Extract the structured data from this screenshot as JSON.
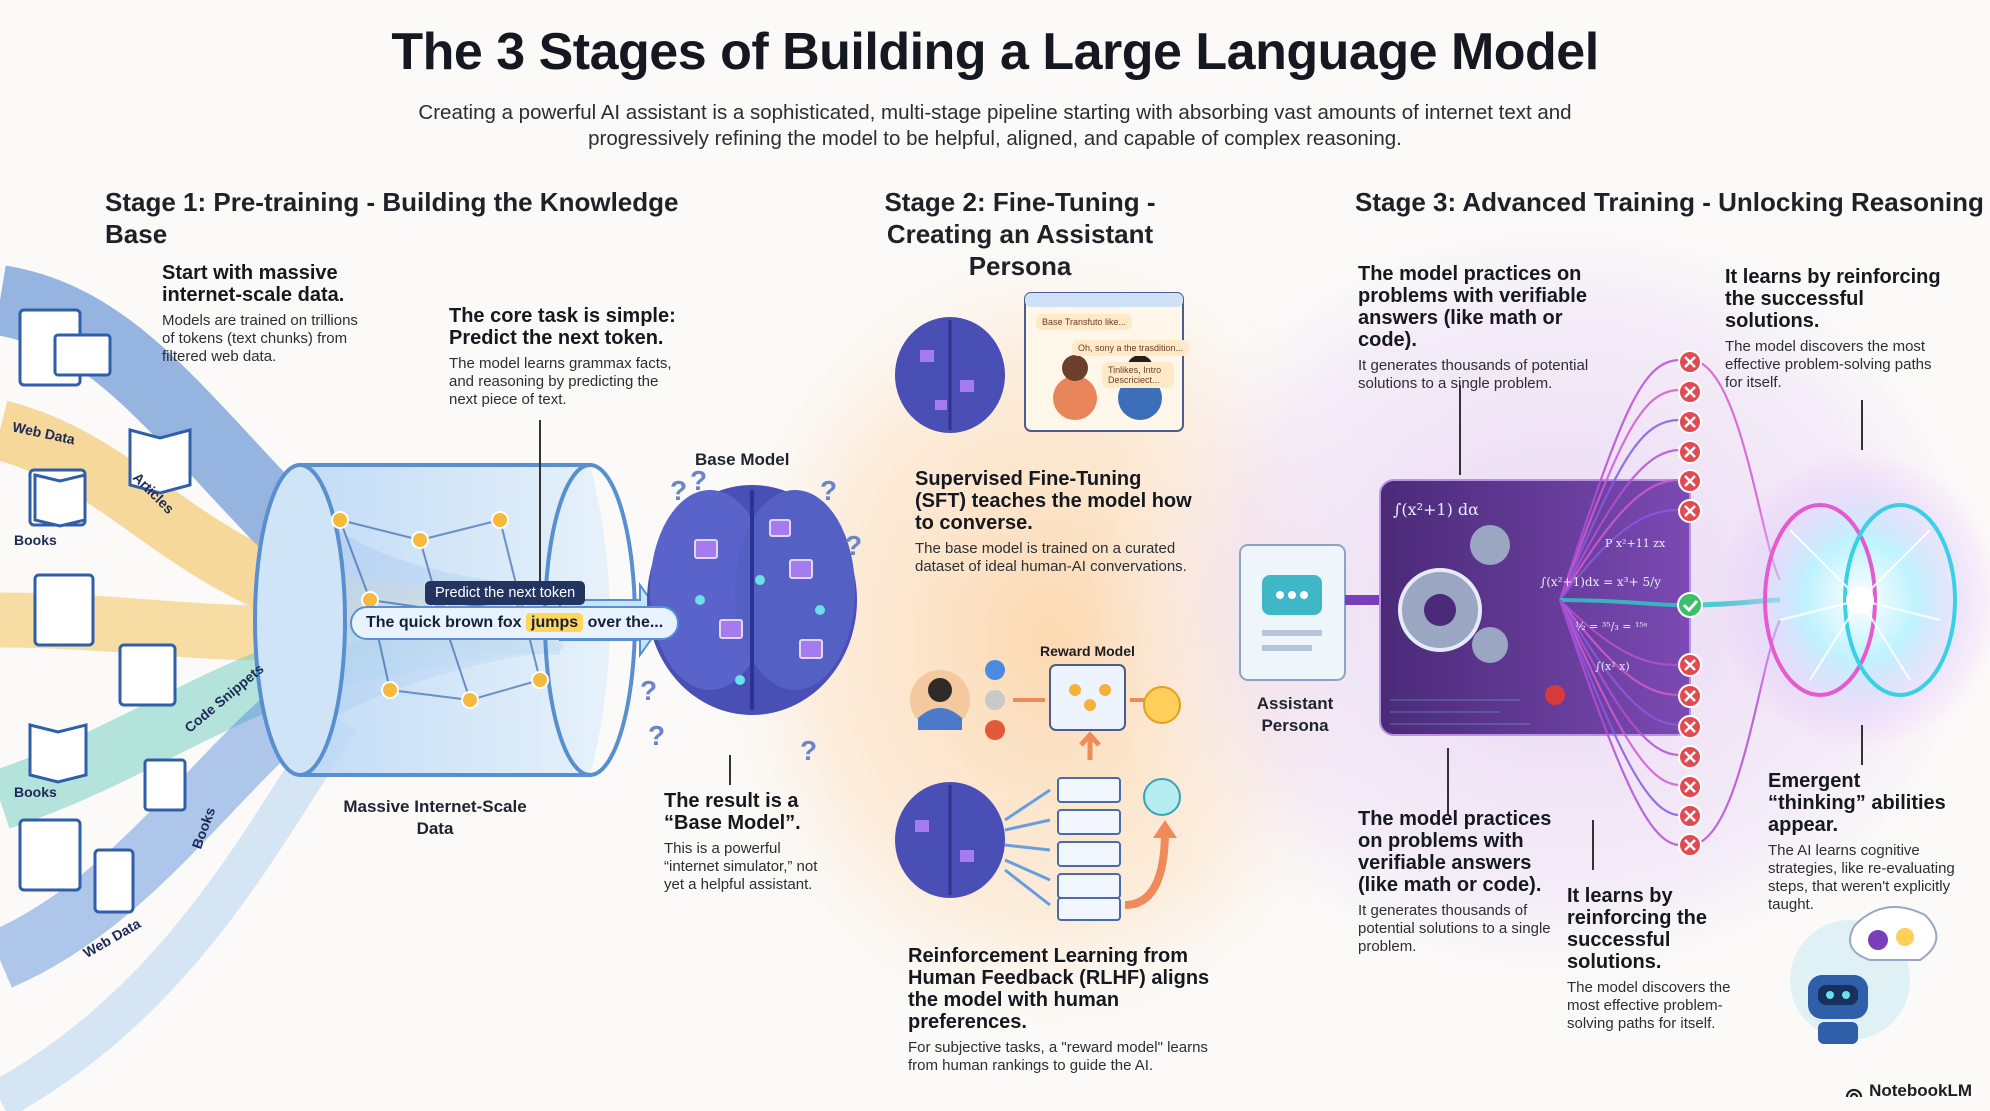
{
  "header": {
    "title": "The 3 Stages of Building a Large Language Model",
    "subtitle": "Creating a powerful AI assistant is a sophisticated, multi-stage pipeline starting with absorbing vast amounts of internet text and progressively refining the model to be helpful, aligned, and capable of complex reasoning."
  },
  "stage1": {
    "title": "Stage 1: Pre-training - Building the Knowledge Base",
    "data_heading": "Start with massive internet-scale data.",
    "data_text": "Models are trained on trillions of tokens (text chunks) from filtered web data.",
    "task_heading": "The core task is simple: Predict the next token.",
    "task_text": "The model learns grammax facts, and reasoning by predicting the next piece of text.",
    "predict_tag": "Predict the next token",
    "sentence_before": "The quick brown fox",
    "sentence_highlight": "jumps",
    "sentence_after": "over the...",
    "stream_labels": [
      "Web Data",
      "Articles",
      "Books",
      "Code Snippets",
      "Books",
      "Books",
      "Web Data"
    ],
    "massive_label": "Massive Internet-Scale Data",
    "base_model_label": "Base Model",
    "result_heading": "The result is a “Base Model”.",
    "result_text": "This is a powerful “internet simulator,” not yet a helpful assistant."
  },
  "stage2": {
    "title": "Stage 2: Fine-Tuning - Creating an Assistant Persona",
    "chat_lines": [
      "Base Transfuto like...",
      "Oh, sony a the trasdition...",
      "Tinlikes, Intro Descriciect..."
    ],
    "sft_heading": "Supervised Fine-Tuning (SFT) teaches the model how to converse.",
    "sft_text": "The base model is trained on a curated dataset of ideal human-AI convervations.",
    "reward_model_label": "Reward Model",
    "rlhf_heading": "Reinforcement Learning from Human Feedback (RLHF) aligns the model with human preferences.",
    "rlhf_text": "For subjective tasks, a \"reward model\" learns from human rankings to guide the AI.",
    "assistant_label": "Assistant Persona"
  },
  "stage3": {
    "title": "Stage 3: Advanced Training - Unlocking Reasoning",
    "practice_heading": "The model practices on problems with verifiable answers (like math or code).",
    "practice_text": "It generates thousands of potential solutions to a single problem.",
    "reinforce_heading": "It learns by reinforcing the successful solutions.",
    "reinforce_text": "The model discovers the most effective problem-solving paths for itself.",
    "practice_heading_2": "The model practices on problems with verifiable answers (like math or code).",
    "practice_text_2": "It generates thousands of potential solutions to a single problem.",
    "reinforce_heading_2": "It learns by reinforcing the successful solutions.",
    "reinforce_text_2": "The model discovers the most effective problem-solving paths for itself.",
    "emergent_heading": "Emergent “thinking” abilities appear.",
    "emergent_text": "The AI learns cognitive strategies, like re-evaluating steps, that weren't explicitly taught.",
    "math_lines": [
      "∫(x²+1) dα",
      "P x²+11 zx",
      "∫(x²+1)dx = x³+ 5/y",
      "½ = ³⁵/₃ = ¹⁵ˢ",
      "∫(x² x)"
    ]
  },
  "footer": {
    "brand": "NotebookLM"
  },
  "colors": {
    "stage2_glow": "#fde3c4",
    "stage3_glow": "#ead9f5",
    "accent_purple": "#7a3fb8",
    "accent_teal": "#2fc6c9",
    "fail_red": "#e24a52",
    "success_green": "#3bbf6a"
  }
}
